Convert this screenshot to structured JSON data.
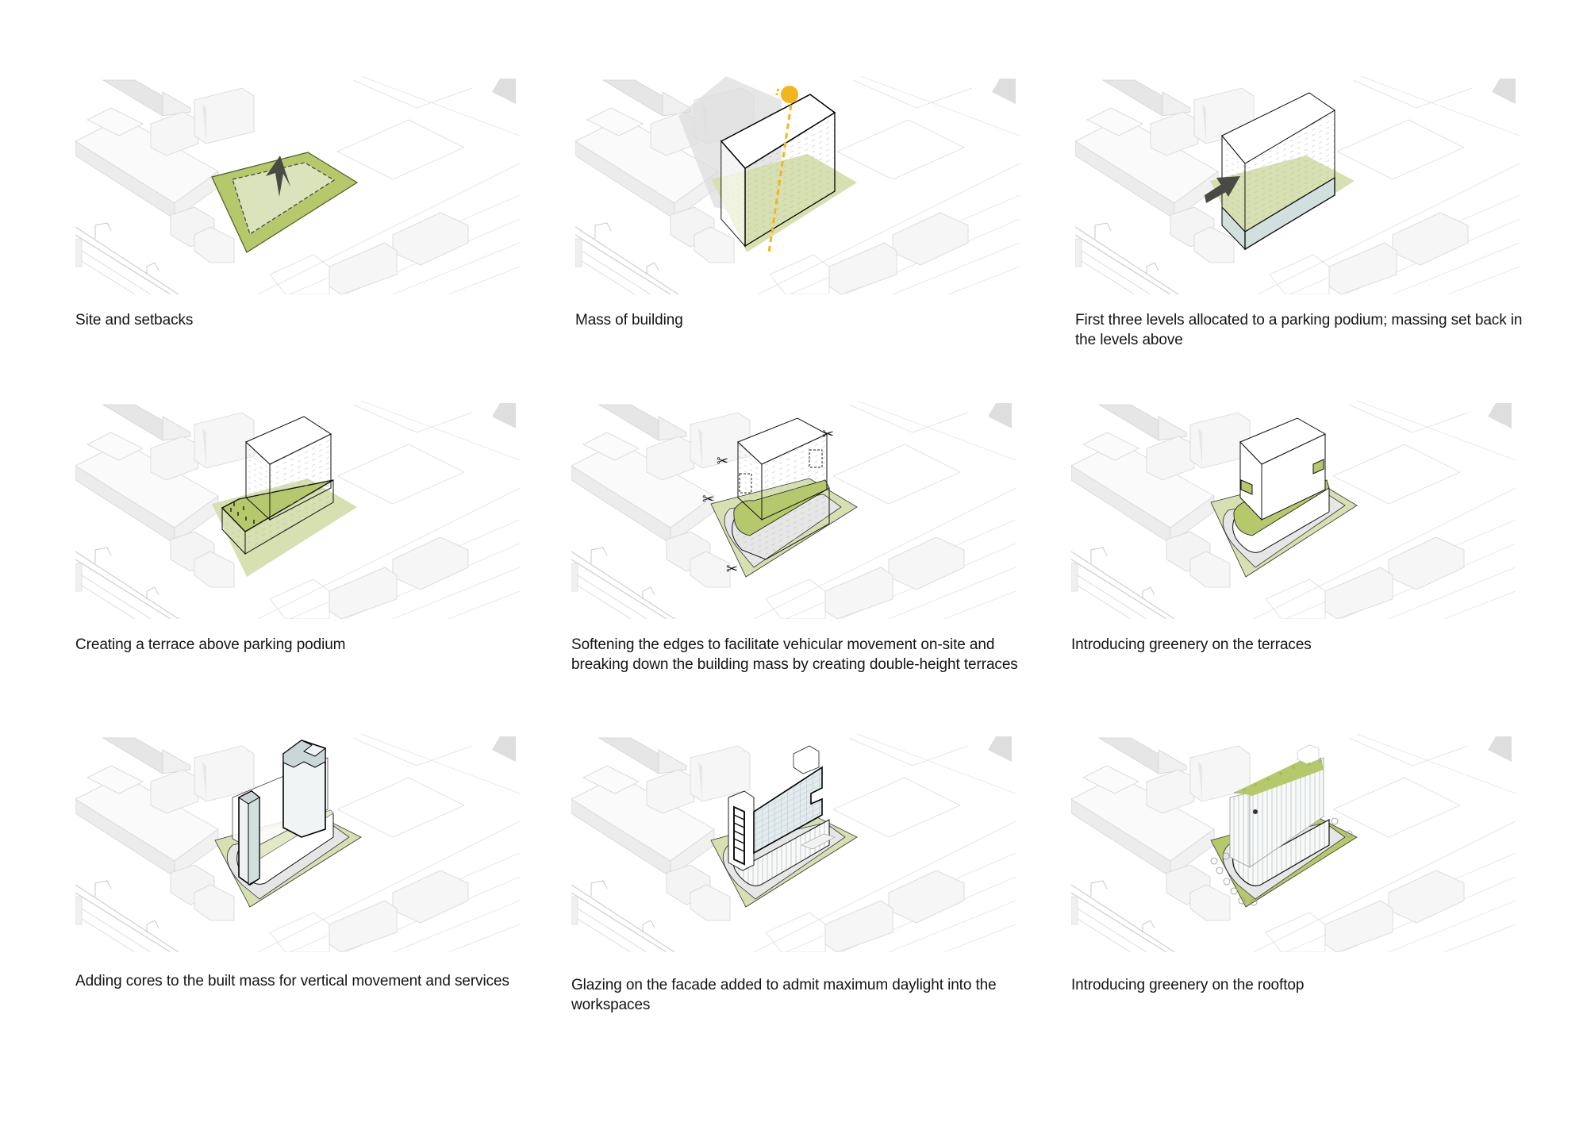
{
  "title": "Design evolution diagrams",
  "colors": {
    "site_green": "#b5c96a",
    "site_green_light": "#d6e0b0",
    "setback_fill": "#dbe3bd",
    "context_gray": "#e9e9e9",
    "context_line": "#cfcfcf",
    "sun_yellow": "#f2b51c",
    "podium_blue": "#d2dfdf",
    "arrow_dark": "#4a4a44",
    "road_gray": "#e6e6e6"
  },
  "steps": [
    {
      "index": 1,
      "caption": "Site and setbacks",
      "icon": "north-arrow-icon"
    },
    {
      "index": 2,
      "caption": "Mass of building",
      "icon": "sun-path-icon"
    },
    {
      "index": 3,
      "caption": "First three levels allocated to a parking podium; massing set back in the levels above",
      "icon": "entry-arrow-icon"
    },
    {
      "index": 4,
      "caption": "Creating a terrace above parking podium",
      "icon": "terrace-icon"
    },
    {
      "index": 5,
      "caption": "Softening the edges to facilitate vehicular movement on-site and breaking down the building mass by creating double-height terraces",
      "icon": "scissors-icon"
    },
    {
      "index": 6,
      "caption": "Introducing greenery on the  terraces",
      "icon": "greenery-icon"
    },
    {
      "index": 7,
      "caption": "Adding cores to the built mass for vertical movement and services",
      "icon": "core-icon"
    },
    {
      "index": 8,
      "caption": "Glazing on the facade added to admit maximum daylight into the workspaces",
      "icon": "glazing-icon"
    },
    {
      "index": 9,
      "caption": "Introducing greenery on the rooftop",
      "icon": "rooftop-greenery-icon"
    }
  ]
}
